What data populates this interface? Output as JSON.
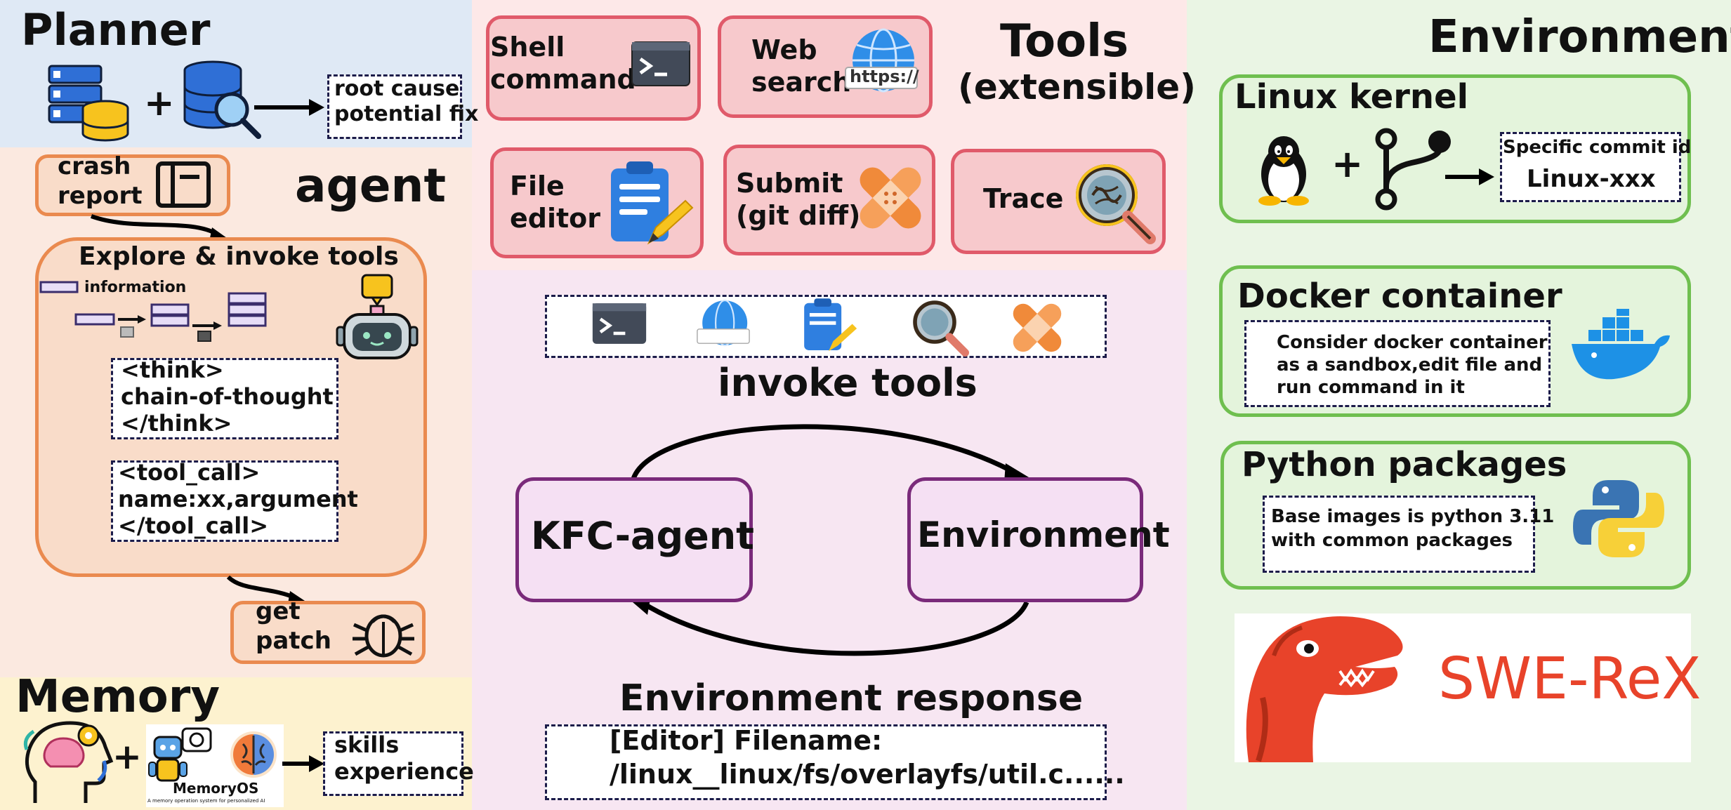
{
  "planner": {
    "title": "Planner",
    "output_line1": "root cause",
    "output_line2": "potential fix"
  },
  "agent": {
    "title": "agent",
    "crash_line1": "crash",
    "crash_line2": "report",
    "explore_title": "Explore & invoke tools",
    "info_label": "information",
    "think_line1": "<think>",
    "think_line2": "chain-of-thought",
    "think_line3": "</think>",
    "tool_line1": "<tool_call>",
    "tool_line2": "name:xx,argument",
    "tool_line3": "</tool_call>",
    "patch_line1": "get",
    "patch_line2": "patch"
  },
  "memory": {
    "title": "Memory",
    "memoryos_label": "MemoryOS",
    "memoryos_sub": "A memory operation system for personalized AI",
    "output_line1": "skills",
    "output_line2": "experience"
  },
  "tools": {
    "title_line1": "Tools",
    "title_line2": "(extensible)",
    "shell_line1": "Shell",
    "shell_line2": "command",
    "web_line1": "Web",
    "web_line2": "search",
    "https_label": "https://",
    "editor_line1": "File",
    "editor_line2": "editor",
    "submit_line1": "Submit",
    "submit_line2": "(git diff)",
    "trace_label": "Trace"
  },
  "loop": {
    "invoke_label": "invoke tools",
    "agent_label": "KFC-agent",
    "env_label": "Environment",
    "response_label": "Environment response",
    "response_line1": "[Editor] Filename:",
    "response_line2": "/linux__linux/fs/overlayfs/util.c......"
  },
  "environment": {
    "title": "Environment",
    "kernel_title": "Linux kernel",
    "commit_line1": "Specific commit id",
    "commit_line2": "Linux-xxx",
    "docker_title": "Docker container",
    "docker_line1": "Consider docker container",
    "docker_line2": "as a sandbox,edit file and",
    "docker_line3": "run command in it",
    "python_title": "Python packages",
    "python_line1": "Base images is python 3.11",
    "python_line2": "with common packages",
    "swerex_label": "SWE-ReX"
  },
  "colors": {
    "planner_bg": "#dfe9f5",
    "agent_bg": "#fbe9e0",
    "memory_bg": "#fdf2cf",
    "tools_bg": "#fde8e8",
    "loop_bg": "#f7e6f2",
    "env_bg": "#eaf5e4",
    "swerex_red": "#e8432a"
  }
}
